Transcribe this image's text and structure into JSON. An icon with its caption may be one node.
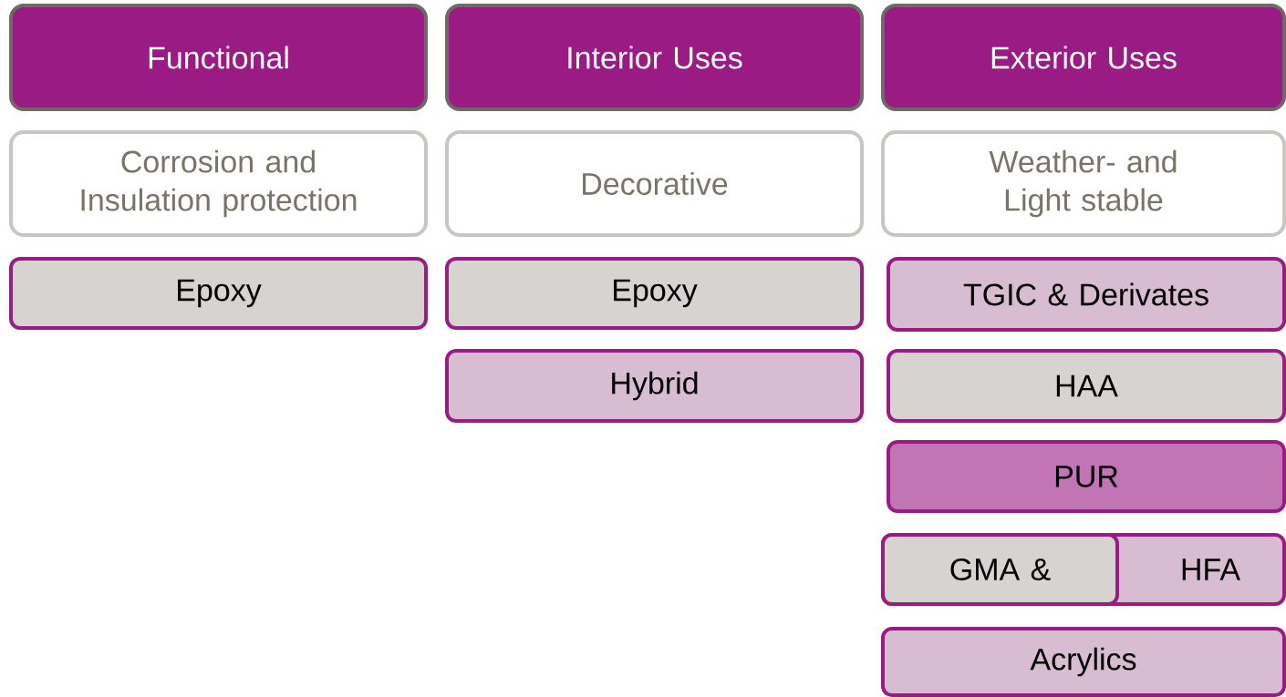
{
  "diagram": {
    "nodes": [
      {
        "text": [
          "Functional"
        ]
      },
      {
        "text": [
          "Interior Uses"
        ]
      },
      {
        "text": [
          "Exterior Uses"
        ]
      },
      {
        "text": [
          "Corrosion and Insulation protection"
        ]
      },
      {
        "text": [
          "Decorative"
        ]
      },
      {
        "text": [
          "Weather- and Light stable"
        ]
      },
      {
        "text": [
          "Epoxy"
        ]
      },
      {
        "text": [
          "Epoxy"
        ]
      },
      {
        "text": [
          "Hybrid"
        ]
      },
      {
        "text": [
          "TGIC & Derivates"
        ]
      },
      {
        "text": [
          "HAA"
        ]
      },
      {
        "text": [
          "PUR"
        ]
      },
      {
        "text": [
          "HFA"
        ]
      },
      {
        "text": [
          "GMA &"
        ],
        "in": 12
      },
      {
        "text": [
          "Acrylics"
        ]
      }
    ]
  }
}
